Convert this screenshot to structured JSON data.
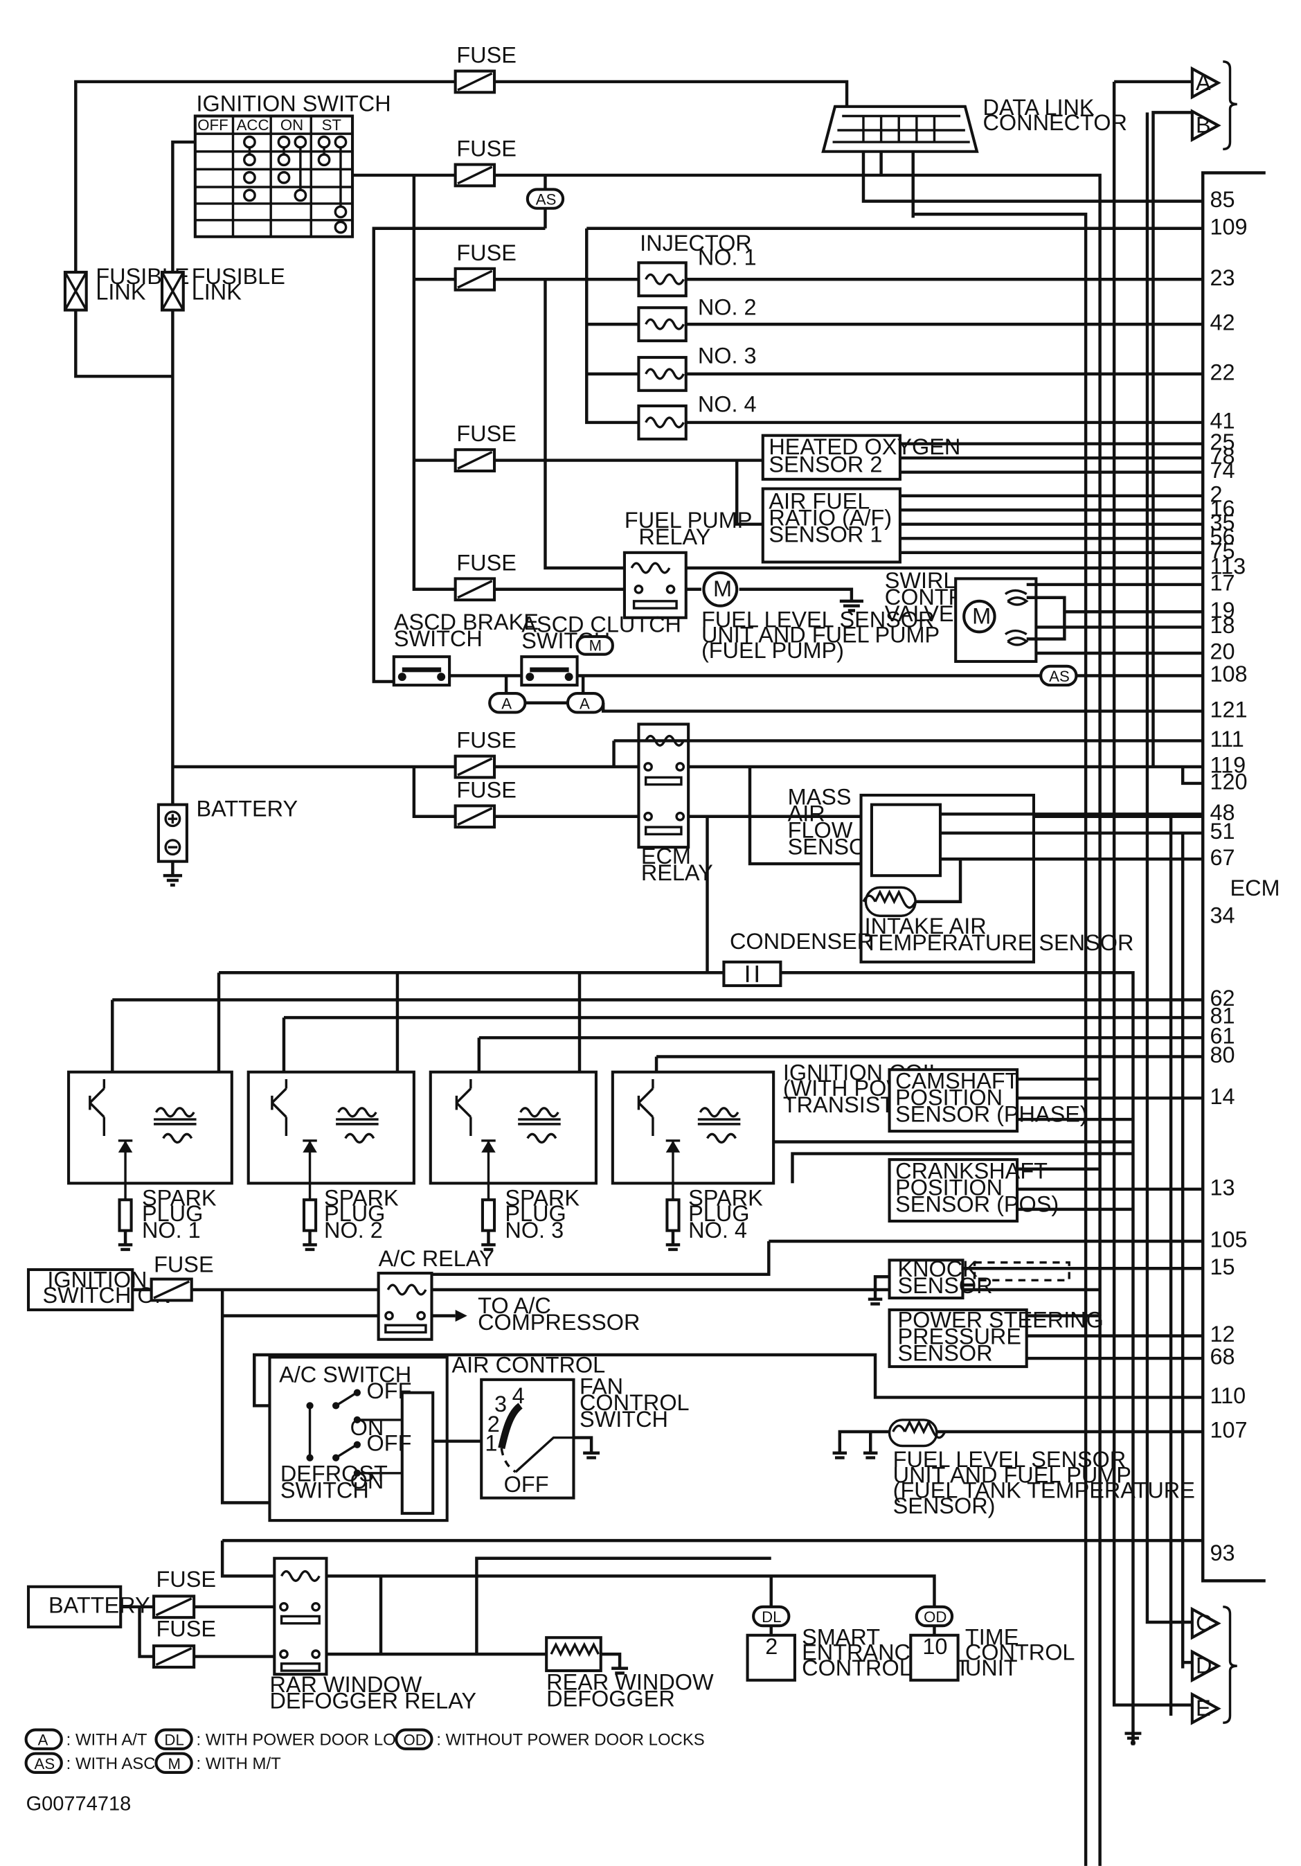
{
  "labels": {
    "fuse": "FUSE",
    "ignition_switch": "IGNITION SWITCH",
    "ign_pos": [
      "OFF",
      "ACC",
      "ON",
      "ST"
    ],
    "fusible_link": [
      "FUSIBLE",
      "LINK"
    ],
    "data_link": [
      "DATA LINK",
      "CONNECTOR"
    ],
    "as": "AS",
    "injector": "INJECTOR",
    "inj_no": [
      "NO. 1",
      "NO. 2",
      "NO. 3",
      "NO. 4"
    ],
    "ho2s": [
      "HEATED OXYGEN",
      "SENSOR 2"
    ],
    "af": [
      "AIR FUEL",
      "RATIO (A/F)",
      "SENSOR 1"
    ],
    "fuel_pump_relay": [
      "FUEL PUMP",
      "RELAY"
    ],
    "fuel_pump": [
      "FUEL LEVEL SENSOR",
      "UNIT AND FUEL PUMP",
      "(FUEL PUMP)"
    ],
    "swirl": [
      "SWIRL",
      "CONTROL",
      "VALVE"
    ],
    "motor": "M",
    "ascd_brake": [
      "ASCD BRAKE",
      "SWITCH"
    ],
    "ascd_clutch": [
      "ASCD CLUTCH",
      "SWITCH"
    ],
    "a_mark": "A",
    "battery": "BATTERY",
    "ecm_relay": [
      "ECM",
      "RELAY"
    ],
    "maf": [
      "MASS",
      "AIR",
      "FLOW",
      "SENSOR"
    ],
    "iat": [
      "INTAKE AIR",
      "TEMPERATURE SENSOR"
    ],
    "ecm": "ECM",
    "condenser": "CONDENSER",
    "ign_coil": [
      "IGNITION COIL",
      "(WITH POWER",
      "TRANSISTOR)"
    ],
    "camshaft": [
      "CAMSHAFT",
      "POSITION",
      "SENSOR (PHASE)"
    ],
    "crankshaft": [
      "CRANKSHAFT",
      "POSITION",
      "SENSOR (POS)"
    ],
    "spark": [
      "SPARK",
      "PLUG"
    ],
    "knock": [
      "KNOCK",
      "SENSOR"
    ],
    "ps": [
      "POWER STEERING",
      "PRESSURE",
      "SENSOR"
    ],
    "ign_on": [
      "IGNITION",
      "SWITCH ON"
    ],
    "ac_relay": "A/C RELAY",
    "to_ac": [
      "TO A/C",
      "COMPRESSOR"
    ],
    "air_control": "AIR CONTROL",
    "ac_switch": "A/C SWITCH",
    "off": "OFF",
    "on": "ON",
    "defrost": [
      "DEFROST",
      "SWITCH"
    ],
    "fan": [
      "FAN",
      "CONTROL",
      "SWITCH"
    ],
    "fan_pos": [
      "1",
      "2",
      "3",
      "4"
    ],
    "fuel_tank": [
      "FUEL LEVEL SENSOR",
      "UNIT AND FUEL PUMP",
      "(FUEL TANK TEMPERATURE",
      "SENSOR)"
    ],
    "rear_relay": [
      "RAR WINDOW",
      "DEFOGGER RELAY"
    ],
    "rear_defog": [
      "REAR WINDOW",
      "DEFOGGER"
    ],
    "dl": "DL",
    "od": "OD",
    "smart": [
      "SMART",
      "ENTRANCE",
      "CONTROL UNIT"
    ],
    "smart_pin": "2",
    "time": [
      "TIME",
      "CONTROL",
      "UNIT"
    ],
    "time_pin": "10",
    "conn": [
      "A",
      "B",
      "C",
      "D",
      "E"
    ],
    "figure_id": "G00774718"
  },
  "legend": [
    {
      "mark": "A",
      "text": ": WITH A/T"
    },
    {
      "mark": "DL",
      "text": ": WITH POWER DOOR LOCKS"
    },
    {
      "mark": "OD",
      "text": ": WITHOUT POWER DOOR LOCKS"
    },
    {
      "mark": "AS",
      "text": ": WITH ASCD"
    },
    {
      "mark": "M",
      "text": ": WITH M/T"
    }
  ],
  "ecm_pins": [
    "85",
    "109",
    "23",
    "42",
    "22",
    "41",
    "25",
    "78",
    "74",
    "2",
    "16",
    "35",
    "56",
    "75",
    "113",
    "17",
    "19",
    "18",
    "20",
    "108",
    "121",
    "111",
    "119",
    "120",
    "48",
    "51",
    "67",
    "34",
    "62",
    "81",
    "61",
    "80",
    "14",
    "13",
    "105",
    "15",
    "12",
    "68",
    "110",
    "107",
    "93"
  ]
}
